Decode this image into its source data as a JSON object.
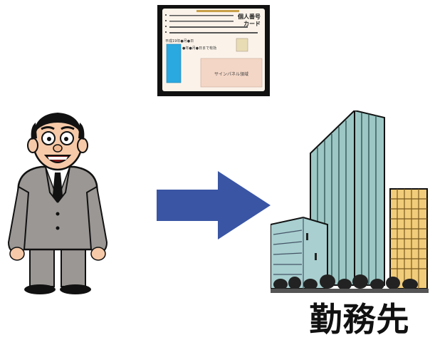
{
  "card": {
    "title_line1": "個人番号",
    "title_line2": "カード",
    "dob_text": "平成19年●月●日",
    "expiry_text": "●年●月●日まで有効",
    "sign_text": "サインパネル領域"
  },
  "caption": "勤務先",
  "colors": {
    "arrow": "#3a55a4",
    "card_photo": "#2aa8e0",
    "card_panel": "#f4d6c6",
    "suit": "#9a9794",
    "building_glass": "#9cc7c4"
  }
}
